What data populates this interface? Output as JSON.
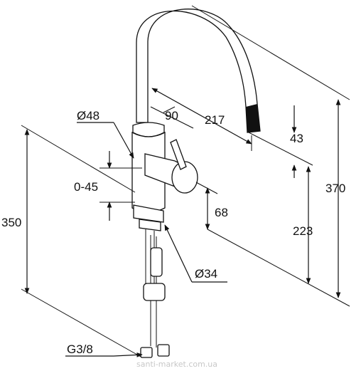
{
  "drawing": {
    "dims": {
      "d48": "Ø48",
      "a90": "90",
      "d217": "217",
      "d43": "43",
      "d370": "370",
      "d045": "0-45",
      "d68": "68",
      "d223": "223",
      "d350": "350",
      "d34": "Ø34",
      "g38": "G3/8"
    },
    "watermark": "santi-market.com.ua",
    "colors": {
      "line": "#111111",
      "background": "#ffffff",
      "watermark": "#c8c8c8"
    }
  }
}
